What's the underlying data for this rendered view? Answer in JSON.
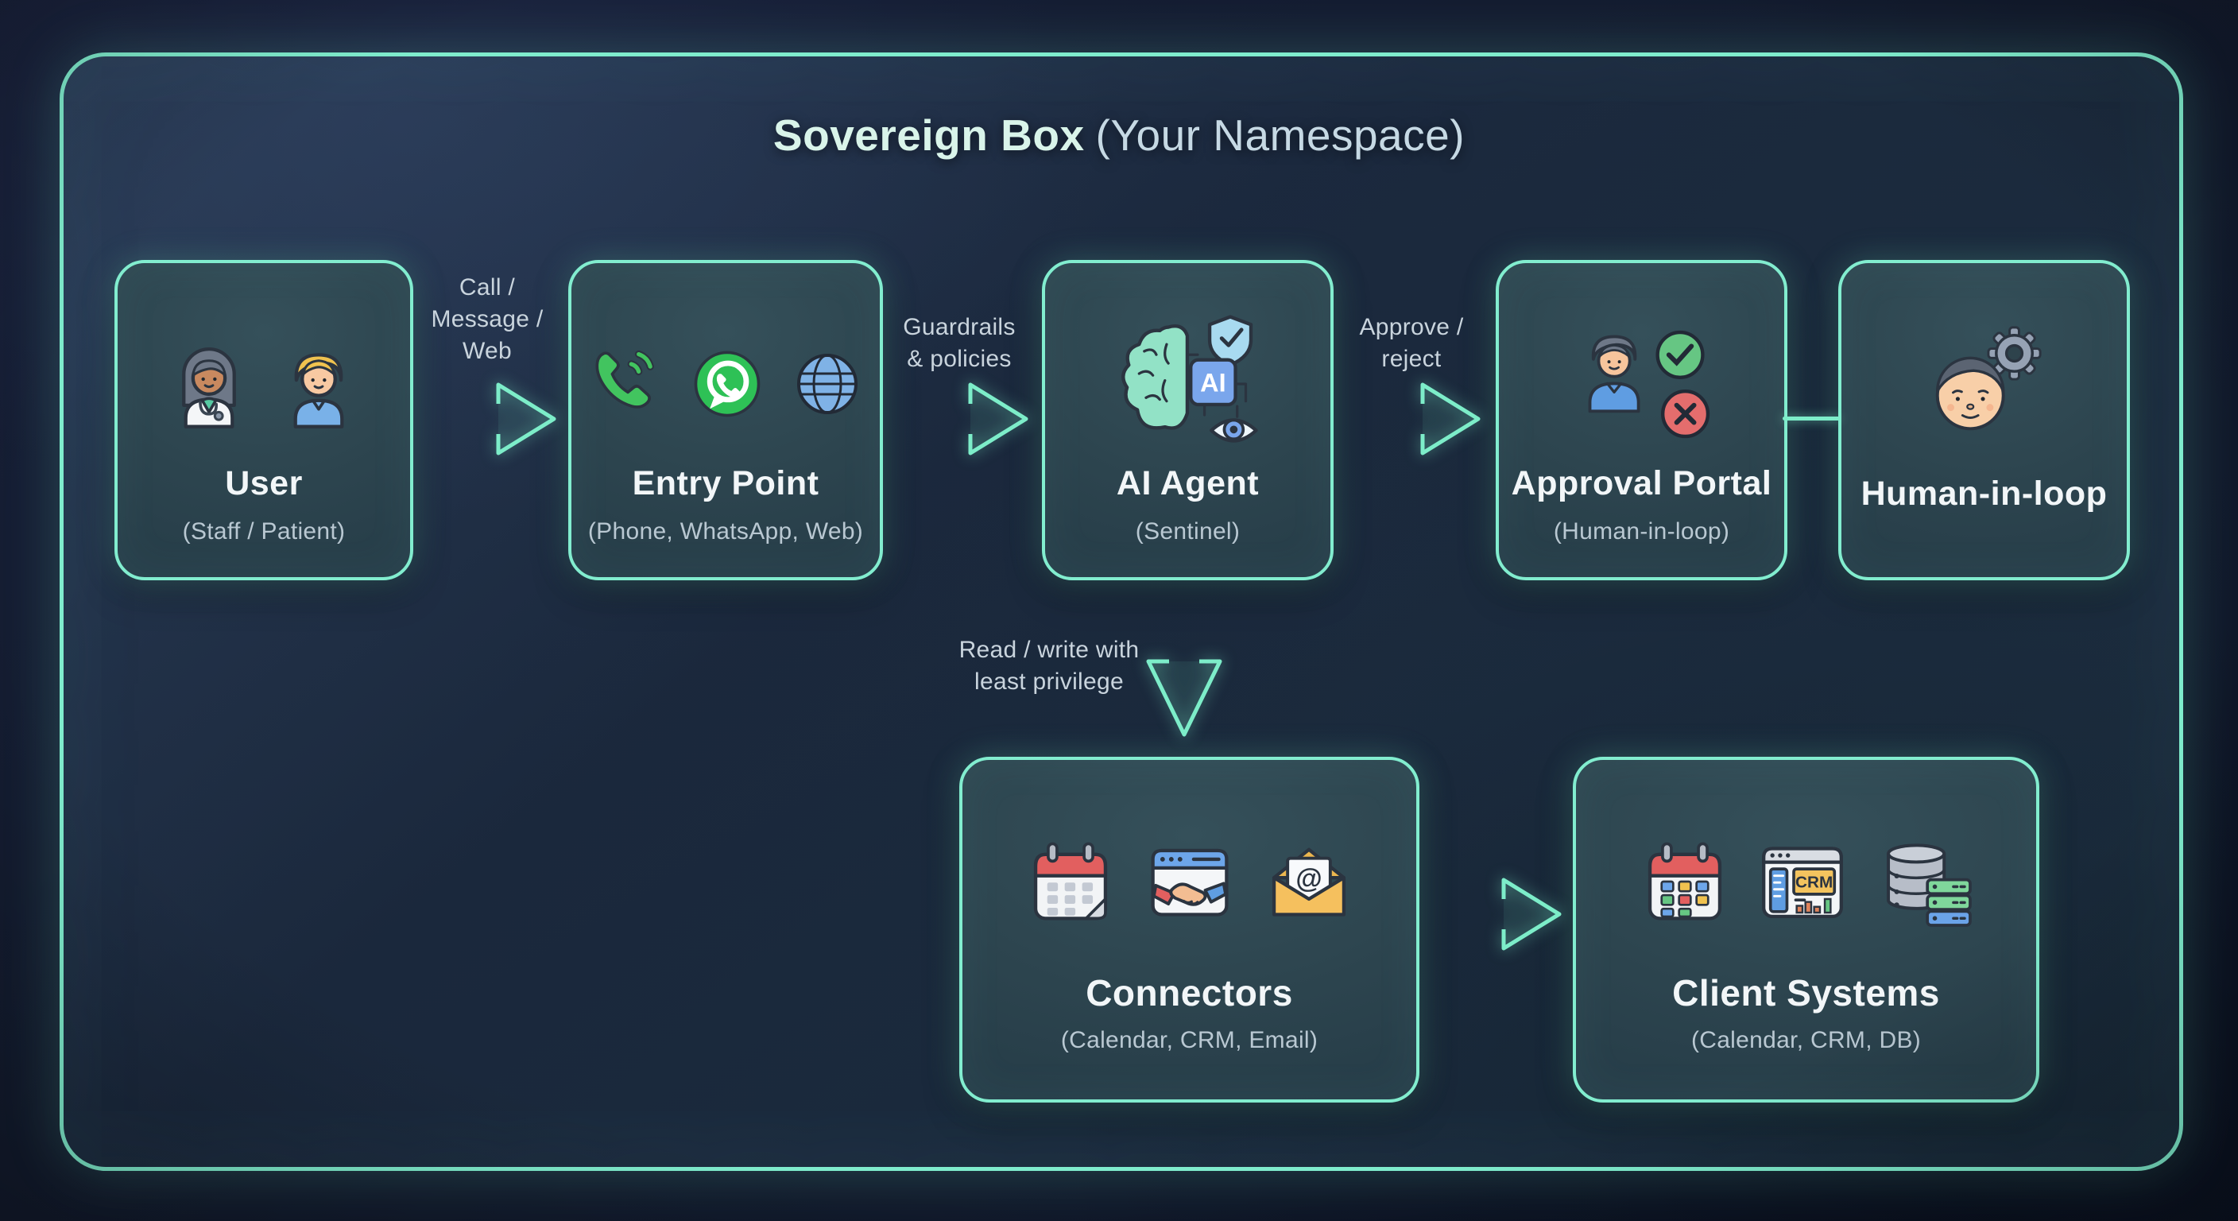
{
  "diagram": {
    "title_bold": "Sovereign Box",
    "title_normal": "(Your Namespace)"
  },
  "nodes": {
    "user": {
      "title": "User",
      "subtitle": "(Staff / Patient)",
      "icons": [
        "doctor-icon",
        "patient-icon"
      ]
    },
    "entry_point": {
      "title": "Entry Point",
      "subtitle": "(Phone, WhatsApp, Web)",
      "icons": [
        "phone-call-icon",
        "whatsapp-icon",
        "globe-icon"
      ]
    },
    "ai_agent": {
      "title": "AI Agent",
      "subtitle": "(Sentinel)",
      "icons": [
        "brain-ai-chip-shield-eye-icon"
      ],
      "chip_label": "AI"
    },
    "approval_portal": {
      "title": "Approval Portal",
      "subtitle": "(Human-in-loop)",
      "icons": [
        "reviewer-person-icon",
        "approve-check-icon",
        "reject-x-icon"
      ]
    },
    "human_in_loop": {
      "title": "Human-in-loop",
      "icons": [
        "person-gear-icon"
      ]
    },
    "connectors": {
      "title": "Connectors",
      "subtitle": "(Calendar, CRM, Email)",
      "icons": [
        "calendar-icon",
        "handshake-window-icon",
        "email-at-icon"
      ],
      "email_at": "@"
    },
    "client_systems": {
      "title": "Client Systems",
      "subtitle": "(Calendar, CRM, DB)",
      "icons": [
        "calendar-color-icon",
        "crm-dashboard-icon",
        "database-servers-icon"
      ],
      "crm_label": "CRM"
    }
  },
  "edges": {
    "user_to_entry": {
      "lines": [
        "Call /",
        "Message /",
        "Web"
      ]
    },
    "entry_to_agent": {
      "lines": [
        "Guardrails",
        "& policies"
      ]
    },
    "agent_to_approval": {
      "lines": [
        "Approve /",
        "reject"
      ]
    },
    "approval_to_human": {
      "style": "plain-line"
    },
    "agent_to_connectors": {
      "lines": [
        "Read / write with",
        "least privilege"
      ]
    },
    "connectors_to_client": {
      "lines": []
    }
  },
  "colors": {
    "accent_mint": "#7deccb",
    "background": "#131b2e",
    "panel_fill": "#20323f",
    "node_fill": "#2e4650",
    "node_border": "#82edcf",
    "title_text": "#f2f6f8",
    "subtitle_text": "#b9c8d2",
    "label_text": "#c9d4dd",
    "whatsapp_green": "#2ec156",
    "phone_green": "#42c45f",
    "globe_blue": "#7fb2e6",
    "check_green": "#66c683",
    "reject_red": "#e46d6d"
  }
}
